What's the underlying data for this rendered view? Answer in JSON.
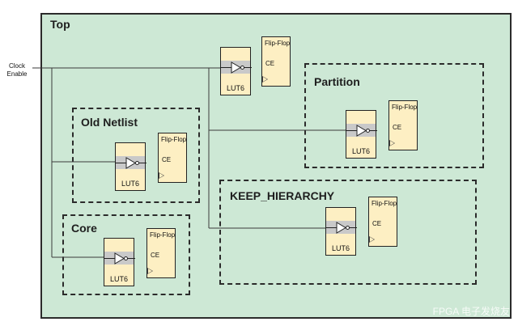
{
  "title": "Top",
  "input": {
    "clock_enable": "Clock\nEnable"
  },
  "regions": {
    "partition": "Partition",
    "old_netlist": "Old Netlist",
    "keep_hierarchy": "KEEP_HIERARCHY",
    "core": "Core"
  },
  "cell_labels": {
    "lut": "LUT6",
    "ff": "Flip-Flop",
    "ce": "CE"
  },
  "watermark": "FPGA 电子发烧友"
}
